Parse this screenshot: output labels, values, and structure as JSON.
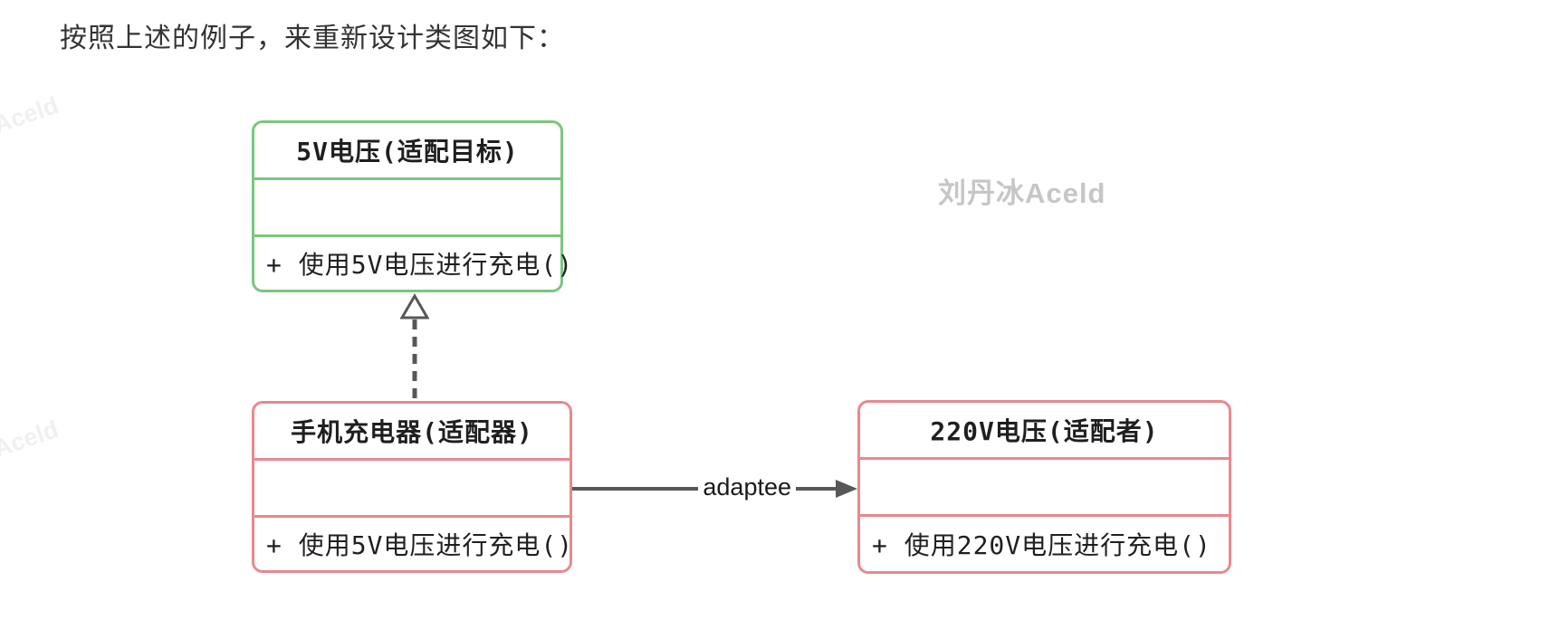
{
  "heading": "按照上述的例子，来重新设计类图如下：",
  "watermarks": {
    "center": "刘丹冰Aceld",
    "corner_top": "Aceld",
    "corner_mid": "Aceld"
  },
  "colors": {
    "target_border": "#7bc67e",
    "adapter_border": "#e8898d",
    "connector": "#575757",
    "heading_text": "#333333",
    "box_text": "#1f1f1f",
    "watermark_center": "#c6c6c6",
    "watermark_corner": "#f0f0f0"
  },
  "diagram": {
    "type": "uml-class-diagram",
    "classes": {
      "target": {
        "title": "5V电压(适配目标)",
        "attributes": "",
        "method": "+ 使用5V电压进行充电()"
      },
      "adapter": {
        "title": "手机充电器(适配器)",
        "attributes": "",
        "method": "+ 使用5V电压进行充电()"
      },
      "adaptee": {
        "title": "220V电压(适配者)",
        "attributes": "",
        "method": "+ 使用220V电压进行充电()"
      }
    },
    "relations": {
      "realization": {
        "type": "realization",
        "from": "adapter",
        "to": "target",
        "label": ""
      },
      "association": {
        "type": "association",
        "from": "adapter",
        "to": "adaptee",
        "label": "adaptee"
      }
    }
  }
}
